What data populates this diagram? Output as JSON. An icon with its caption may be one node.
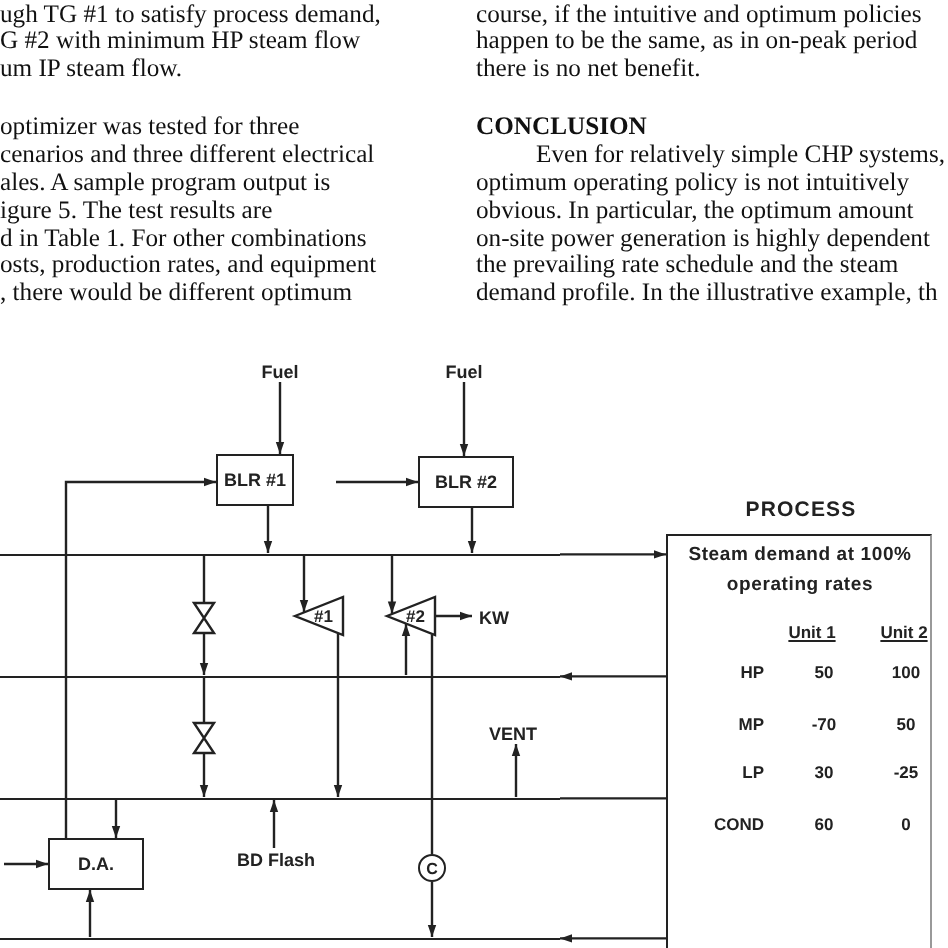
{
  "diagram": {
    "nodes": [
      {
        "text": [
          "Fuel"
        ]
      },
      {
        "text": [
          "Fuel"
        ]
      },
      {
        "text": [
          "BLR #1"
        ]
      },
      {
        "text": [
          "BLR #2"
        ]
      },
      {
        "text": [],
        "shape": "bar"
      },
      {
        "text": [],
        "shape": "valve"
      },
      {
        "text": [
          "#1"
        ]
      },
      {
        "text": [
          "#2"
        ]
      },
      {
        "text": [
          "KW"
        ]
      },
      {
        "text": [],
        "shape": "bar"
      },
      {
        "text": [],
        "shape": "valve"
      },
      {
        "text": [
          "VENT"
        ]
      },
      {
        "text": [],
        "shape": "bar"
      },
      {
        "text": [
          "D.A."
        ]
      },
      {
        "text": [
          "BD Flash"
        ]
      },
      {
        "text": [
          "C"
        ]
      },
      {
        "text": [],
        "shape": "bar"
      },
      {
        "text": [
          "PROCESS",
          "Steam demand at 100% operating rates"
        ]
      }
    ],
    "edges": [
      {
        "from": 0,
        "to": 2,
        "arrow": "to"
      },
      {
        "from": 1,
        "to": 3,
        "arrow": "to"
      },
      {
        "from": 13,
        "to": 2,
        "arrow": "to"
      },
      {
        "from": null,
        "to": 3,
        "arrow": "to"
      },
      {
        "from": 2,
        "to": 4,
        "arrow": "to"
      },
      {
        "from": 3,
        "to": 4,
        "arrow": "to"
      },
      {
        "from": 4,
        "to": 17,
        "arrow": "to"
      },
      {
        "from": 17,
        "to": 9,
        "arrow": "to"
      },
      {
        "from": 12,
        "to": 17,
        "arrow": "none"
      },
      {
        "from": 17,
        "to": 16,
        "arrow": "to"
      },
      {
        "from": 4,
        "to": 5,
        "arrow": "none"
      },
      {
        "from": 5,
        "to": 9,
        "arrow": "to"
      },
      {
        "from": 9,
        "to": 10,
        "arrow": "none"
      },
      {
        "from": 10,
        "to": 12,
        "arrow": "to"
      },
      {
        "from": 4,
        "to": 6,
        "arrow": "to"
      },
      {
        "from": 6,
        "to": 12,
        "arrow": "to"
      },
      {
        "from": 4,
        "to": 7,
        "arrow": "to"
      },
      {
        "from": 9,
        "to": 7,
        "arrow": "to"
      },
      {
        "from": 7,
        "to": 8,
        "arrow": "to"
      },
      {
        "from": 7,
        "to": 15,
        "arrow": "none"
      },
      {
        "from": 15,
        "to": 16,
        "arrow": "to"
      },
      {
        "from": 12,
        "to": 13,
        "arrow": "to"
      },
      {
        "from": 16,
        "to": 13,
        "arrow": "to"
      },
      {
        "from": null,
        "to": 13,
        "arrow": "to"
      },
      {
        "from": 14,
        "to": 12,
        "arrow": "to"
      },
      {
        "from": 12,
        "to": 11,
        "arrow": "to"
      }
    ],
    "labels": [
      "ugh TG #1 to satisfy process demand,",
      "G #2 with minimum HP steam flow",
      "um IP steam flow.",
      "optimizer was tested for three",
      "cenarios and three different electrical",
      "ales.  A sample program output is",
      "igure 5.  The test results are",
      "d in Table 1.  For other combinations",
      "osts, production rates, and equipment",
      ", there would be different optimum",
      "course, if the intuitive and optimum policies",
      "happen to be the same, as in on-peak period",
      "there is no net benefit.",
      "CONCLUSION",
      "Even for relatively simple CHP systems,",
      "optimum operating policy is not intuitively",
      "obvious.  In particular, the optimum amount",
      "on-site power generation is highly dependent",
      "the prevailing rate schedule and the steam",
      "demand profile.  In the illustrative example, th",
      "Unit 1",
      "Unit 2",
      "HP",
      "50",
      "100",
      "MP",
      "-70",
      "50",
      "LP",
      "30",
      "-25",
      "COND",
      "60",
      "0"
    ]
  }
}
